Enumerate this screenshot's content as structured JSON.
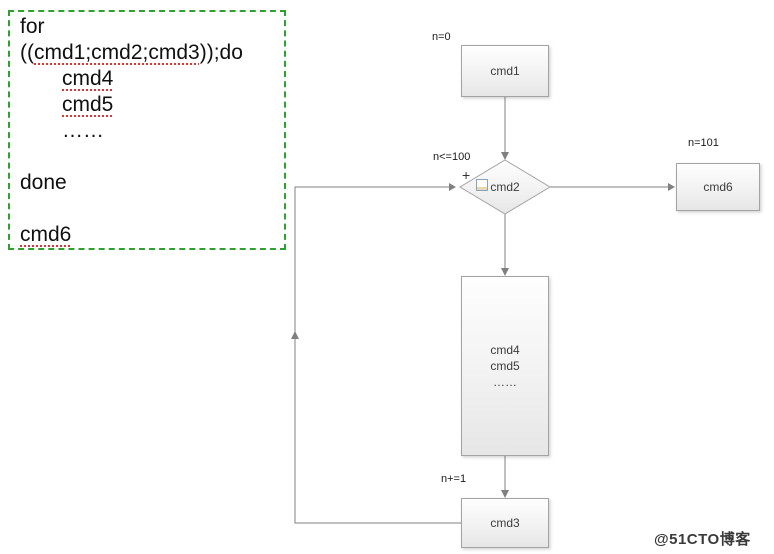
{
  "code_panel": {
    "line1": "for",
    "line2_pre": "((",
    "line2_mark": "cmd1;cmd2;cmd3",
    "line2_post": "));do",
    "line3": "cmd4",
    "line4": "cmd5",
    "line5": "……",
    "line6": "done",
    "line7": "cmd6"
  },
  "flowchart": {
    "start": {
      "label": "cmd1",
      "annotation": "n=0"
    },
    "decision": {
      "label": "cmd2",
      "annotation": "n<=100"
    },
    "exit": {
      "label": "cmd6",
      "annotation": "n=101"
    },
    "body": {
      "line1": "cmd4",
      "line2": "cmd5",
      "line3": "……"
    },
    "increment": {
      "label": "cmd3",
      "annotation": "n+=1"
    },
    "paste_icon_plus": "+"
  },
  "watermark": "@51CTO博客",
  "colors": {
    "code_border": "#2ea12e",
    "spellcheck_underline": "#e03434",
    "connector": "#808080",
    "node_border": "#a3a3a3"
  }
}
